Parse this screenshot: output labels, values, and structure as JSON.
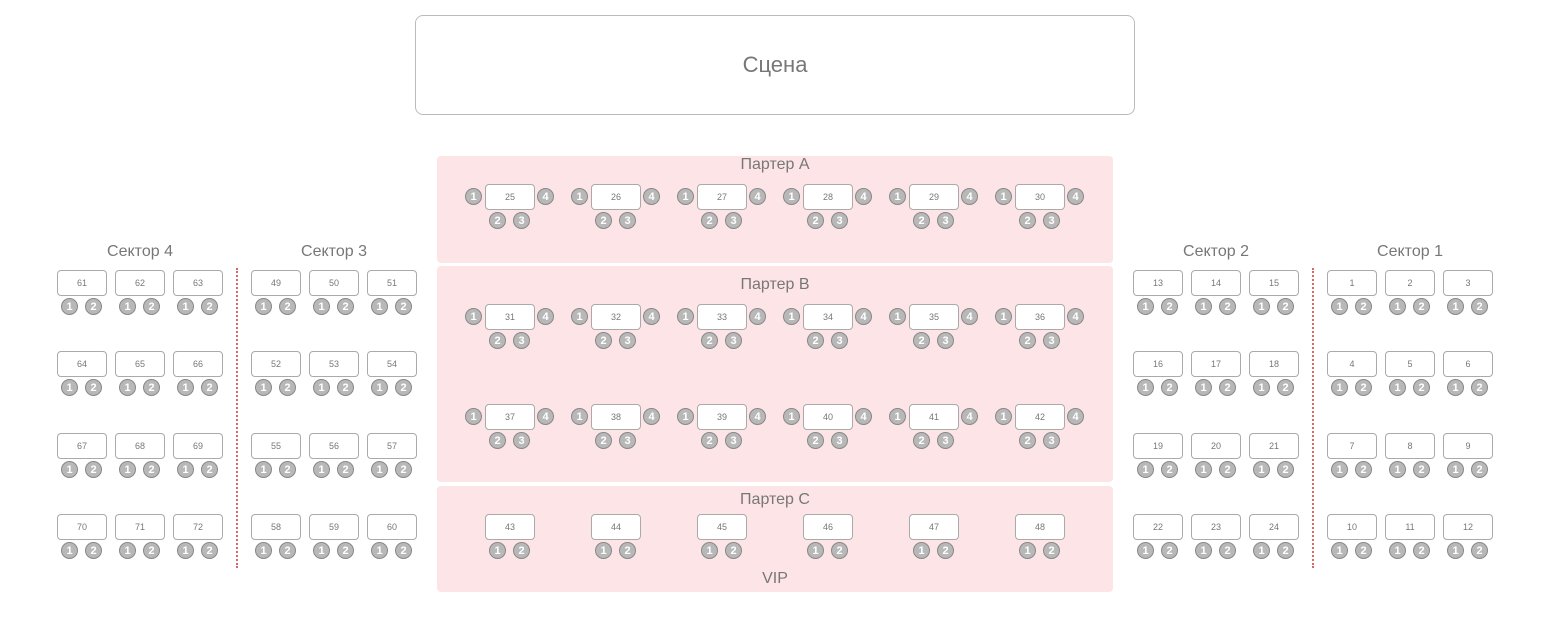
{
  "stage_label": "Сцена",
  "colors": {
    "zone_bg": "#fde4e7",
    "seat": "#b8b8b8",
    "divider": "#dd6666"
  },
  "parter": [
    {
      "label": "Партер A",
      "rows": [
        [
          25,
          26,
          27,
          28,
          29,
          30
        ]
      ],
      "seats": [
        "1",
        "2",
        "3",
        "4"
      ]
    },
    {
      "label": "Партер B",
      "rows": [
        [
          31,
          32,
          33,
          34,
          35,
          36
        ],
        [
          37,
          38,
          39,
          40,
          41,
          42
        ]
      ],
      "seats": [
        "1",
        "2",
        "3",
        "4"
      ]
    },
    {
      "label": "Партер C",
      "rows": [
        [
          43,
          44,
          45,
          46,
          47,
          48
        ]
      ],
      "seats": [
        "1",
        "2"
      ],
      "sublabel": "VIP"
    }
  ],
  "sectors": [
    {
      "label": "Сектор 4",
      "tables": [
        [
          61,
          62,
          63
        ],
        [
          64,
          65,
          66
        ],
        [
          67,
          68,
          69
        ],
        [
          70,
          71,
          72
        ]
      ]
    },
    {
      "label": "Сектор 3",
      "tables": [
        [
          49,
          50,
          51
        ],
        [
          52,
          53,
          54
        ],
        [
          55,
          56,
          57
        ],
        [
          58,
          59,
          60
        ]
      ]
    },
    {
      "label": "Сектор 2",
      "tables": [
        [
          13,
          14,
          15
        ],
        [
          16,
          17,
          18
        ],
        [
          19,
          20,
          21
        ],
        [
          22,
          23,
          24
        ]
      ]
    },
    {
      "label": "Сектор 1",
      "tables": [
        [
          1,
          2,
          3
        ],
        [
          4,
          5,
          6
        ],
        [
          7,
          8,
          9
        ],
        [
          10,
          11,
          12
        ]
      ]
    }
  ],
  "sector_seats": [
    "1",
    "2"
  ]
}
